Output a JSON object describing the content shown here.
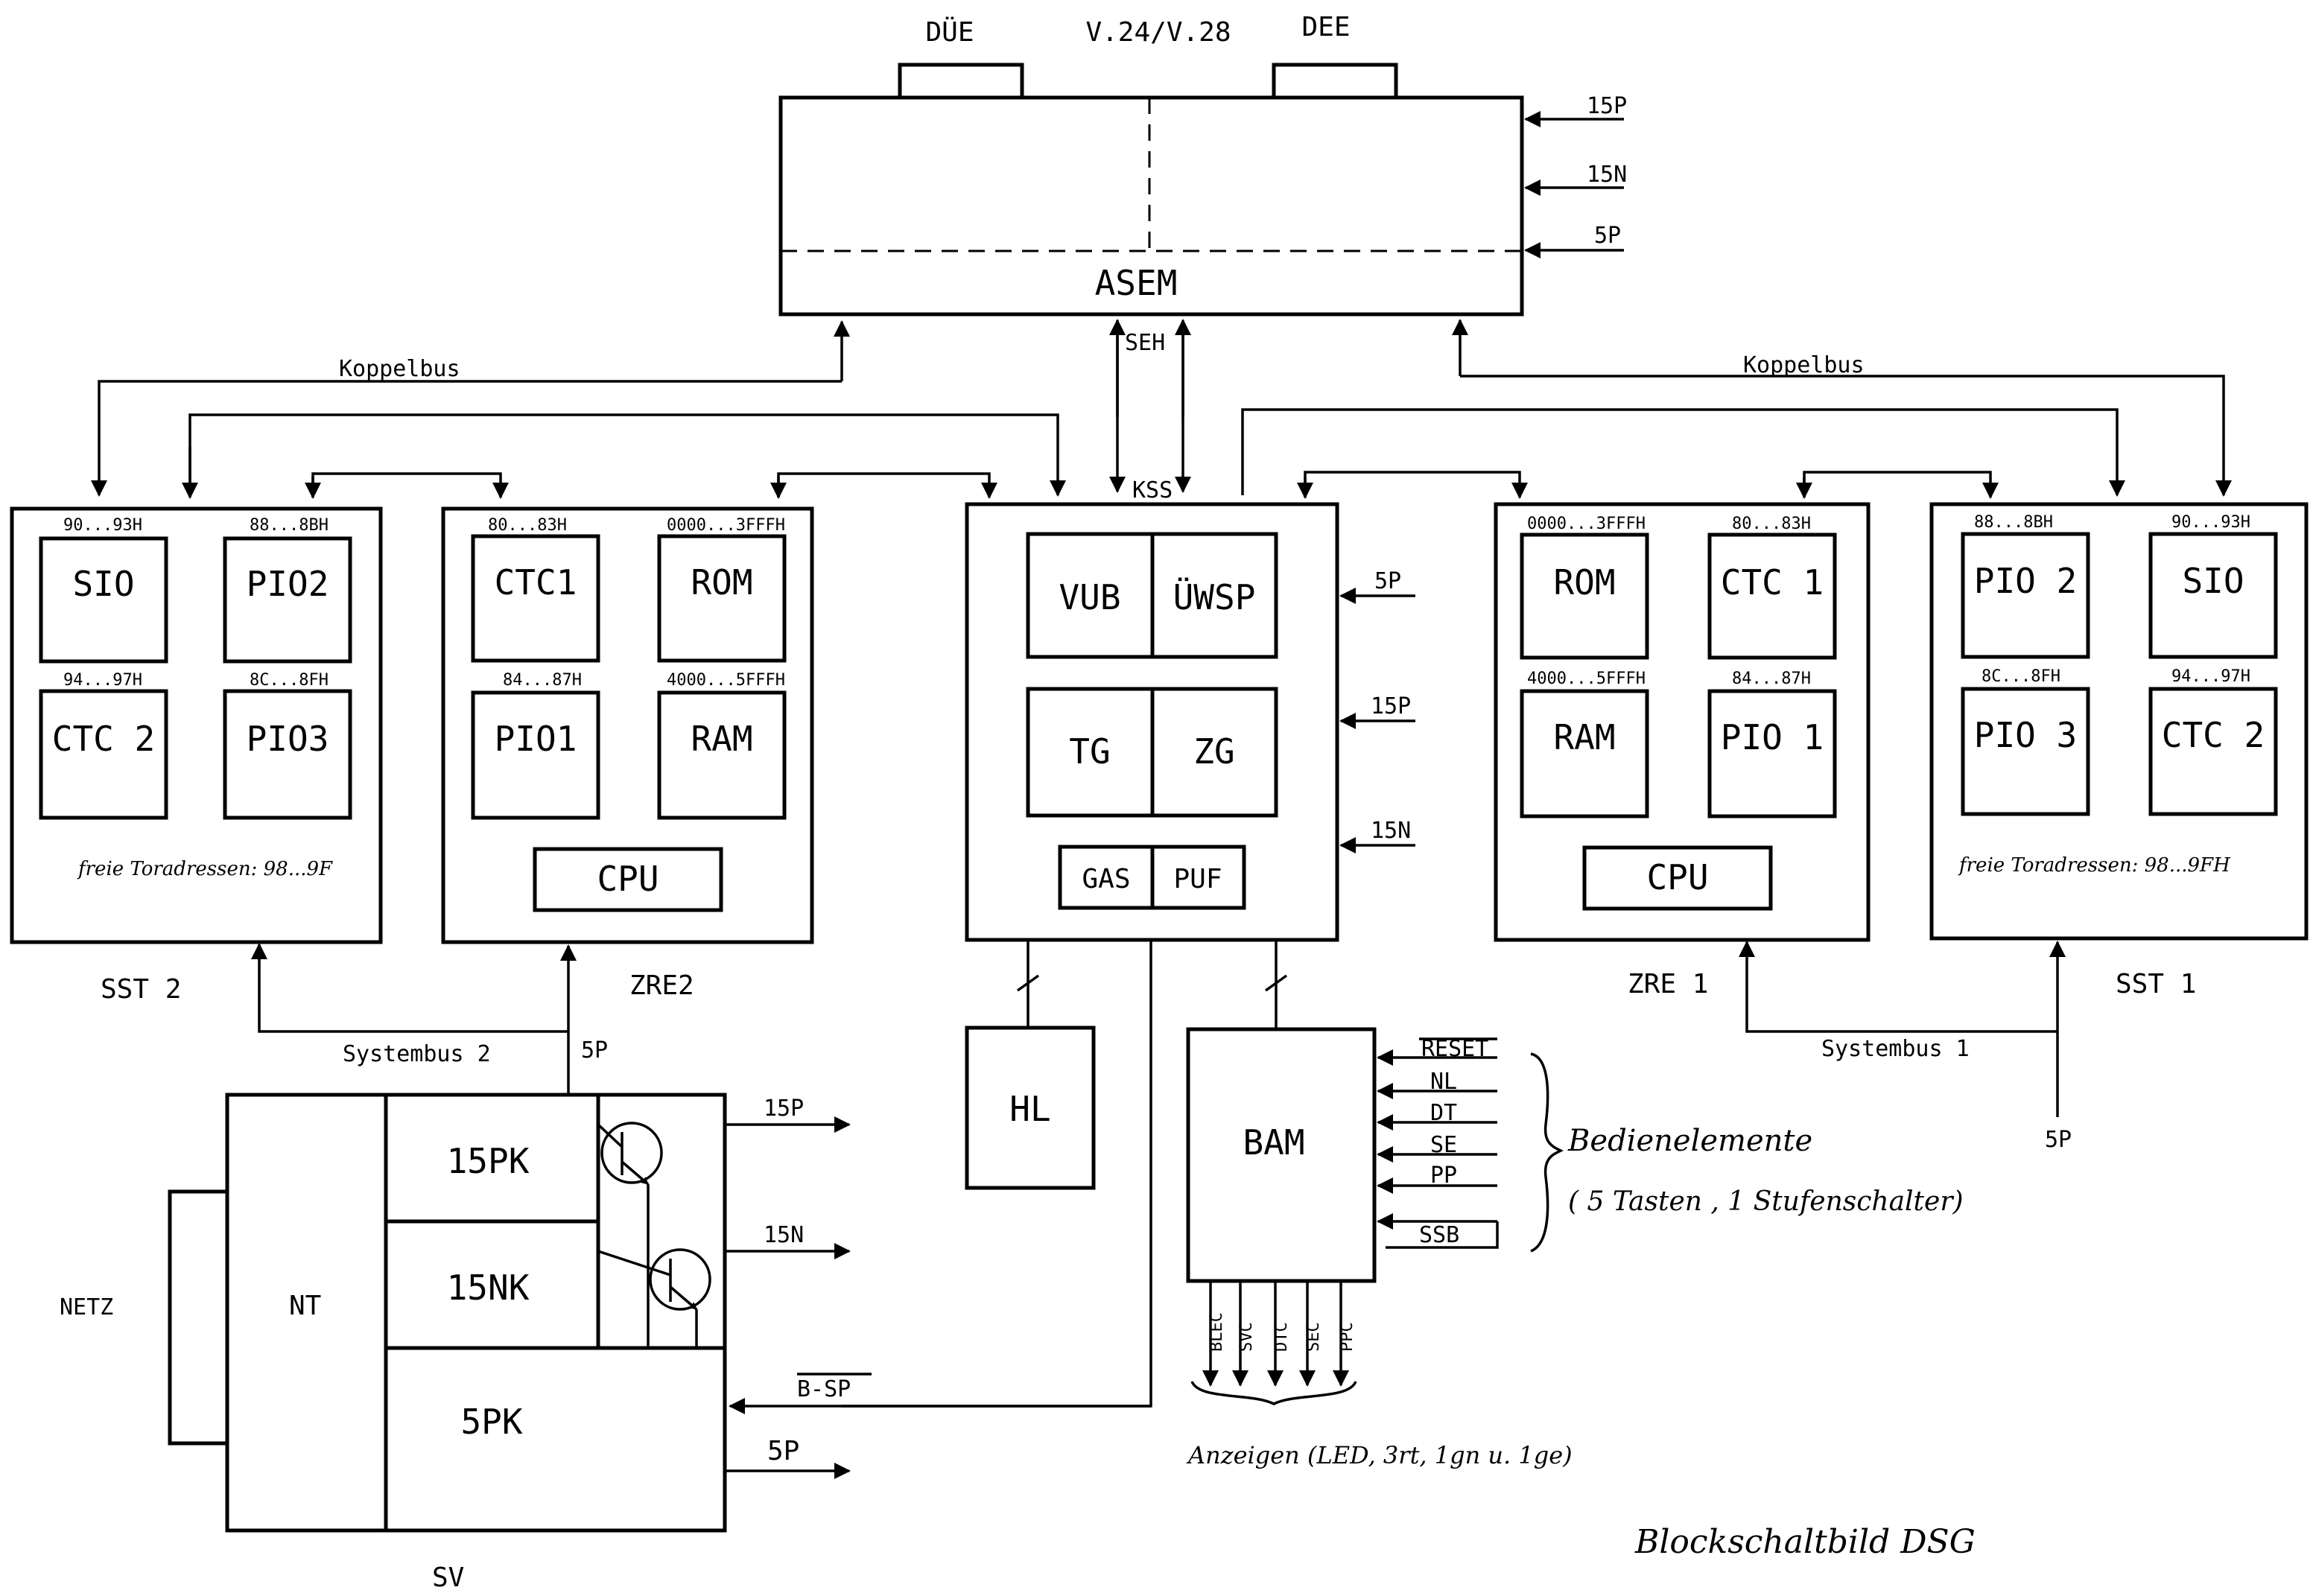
{
  "top": {
    "due": "DÜE",
    "interface": "V.24/V.28",
    "dee": "DEE",
    "asem": "ASEM",
    "in_15p": "15P",
    "in_15n": "15N",
    "in_5p": "5P",
    "seh": "SEH",
    "kss": "KSS",
    "koppelbus_left": "Koppelbus",
    "koppelbus_right": "Koppelbus"
  },
  "sst2": {
    "name": "SST 2",
    "sio": "SIO",
    "sio_addr": "90...93H",
    "pio2": "PIO2",
    "pio2_addr": "88...8BH",
    "ctc2": "CTC 2",
    "ctc2_addr": "94...97H",
    "pio3": "PIO3",
    "pio3_addr": "8C...8FH",
    "note": "freie Toradressen: 98...9F"
  },
  "zre2": {
    "name": "ZRE2",
    "ctc1": "CTC1",
    "ctc1_addr": "80...83H",
    "rom": "ROM",
    "rom_addr": "0000...3FFFH",
    "pio1": "PIO1",
    "pio1_addr": "84...87H",
    "ram": "RAM",
    "ram_addr": "4000...5FFFH",
    "cpu": "CPU"
  },
  "center": {
    "vub": "VUB",
    "uwsp": "ÜWSP",
    "tg": "TG",
    "zg": "ZG",
    "gas": "GAS",
    "puf": "PUF",
    "in_5p": "5P",
    "in_15p": "15P",
    "in_15n": "15N",
    "hl": "HL"
  },
  "zre1": {
    "name": "ZRE 1",
    "rom": "ROM",
    "rom_addr": "0000...3FFFH",
    "ctc1": "CTC 1",
    "ctc1_addr": "80...83H",
    "ram": "RAM",
    "ram_addr": "4000...5FFFH",
    "pio1": "PIO 1",
    "pio1_addr": "84...87H",
    "cpu": "CPU"
  },
  "sst1": {
    "name": "SST 1",
    "pio2": "PIO 2",
    "pio2_addr": "88...8BH",
    "sio": "SIO",
    "sio_addr": "90...93H",
    "pio3": "PIO 3",
    "pio3_addr": "8C...8FH",
    "ctc2": "CTC 2",
    "ctc2_addr": "94...97H",
    "note": "freie Toradressen: 98...9FH"
  },
  "bus": {
    "systembus2": "Systembus 2",
    "systembus1": "Systembus 1",
    "sp_left": "5P",
    "sp_right": "5P"
  },
  "sv": {
    "name": "SV",
    "netz": "NETZ",
    "nt": "NT",
    "k15p": "15PK",
    "k15n": "15NK",
    "k5p": "5PK",
    "out_15p": "15P",
    "out_15n": "15N",
    "b_sp": "B-SP",
    "out_5p": "5P"
  },
  "bam": {
    "name": "BAM",
    "inputs": [
      "RESET",
      "NL",
      "DT",
      "SE",
      "PP",
      "SSB"
    ],
    "outputs": [
      "BLEC",
      "SVC",
      "DTC",
      "SEC",
      "PPC"
    ],
    "controls_label": "Bedienelemente",
    "controls_detail": "( 5 Tasten , 1 Stufenschalter)",
    "indicators_label": "Anzeigen (LED, 3rt, 1gn u. 1ge)"
  },
  "footer": {
    "caption": "Blockschaltbild DSG"
  }
}
